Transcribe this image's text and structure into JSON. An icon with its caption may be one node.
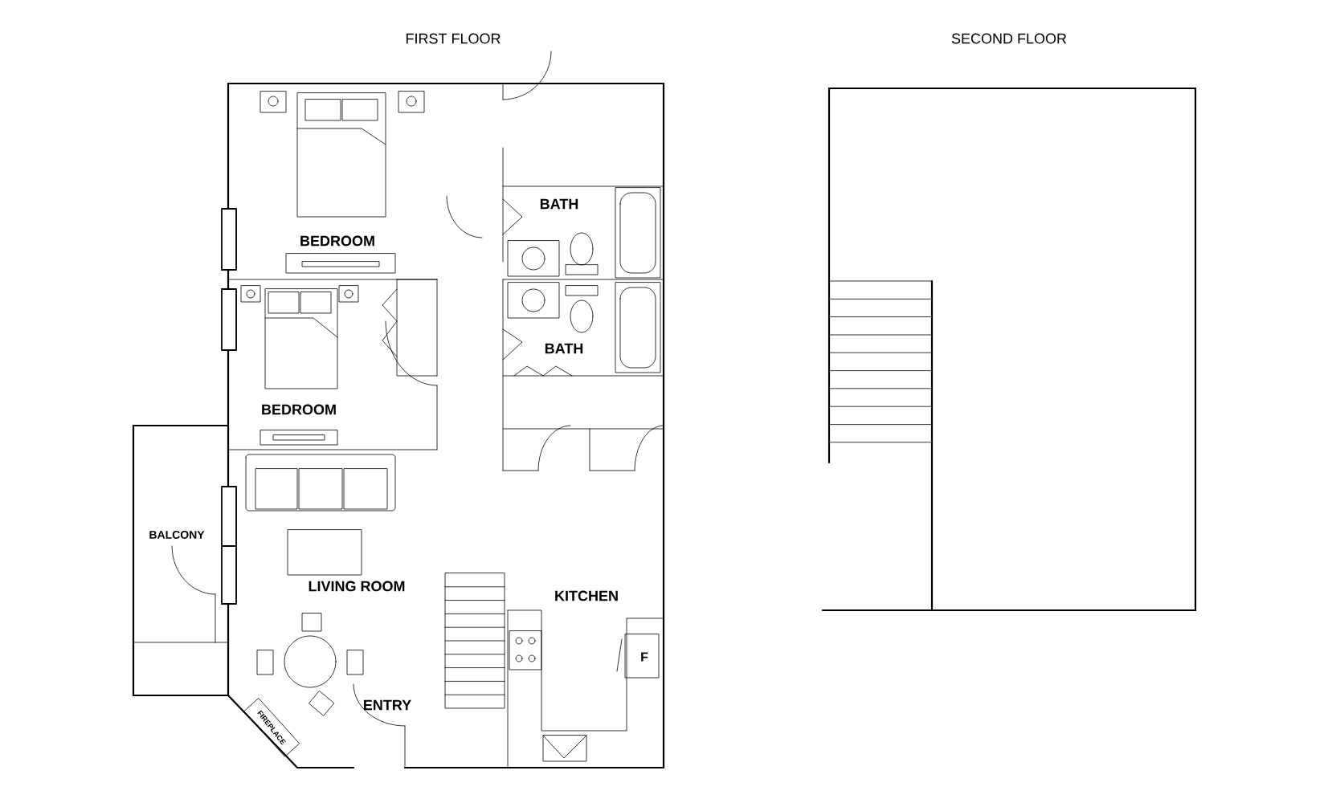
{
  "diagram": {
    "labels": [
      "FIRST FLOOR",
      "SECOND FLOOR",
      "BATH",
      "BEDROOM",
      "BATH",
      "BEDROOM",
      "BALCONY",
      "LIVING ROOM",
      "KITCHEN",
      "F",
      "FIREPLACE",
      "ENTRY"
    ]
  }
}
